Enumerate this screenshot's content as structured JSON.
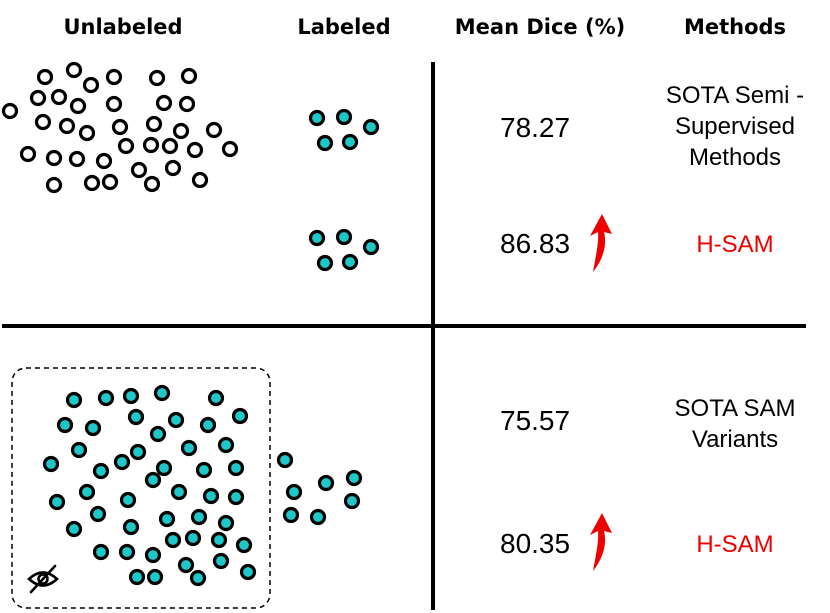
{
  "headers": {
    "unlabeled": "Unlabeled",
    "labeled": "Labeled",
    "mean_dice": "Mean Dice (%)",
    "methods": "Methods"
  },
  "rows": [
    {
      "value": "78.27",
      "method_line1": "SOTA Semi -",
      "method_line2": "Supervised",
      "method_line3": "Methods",
      "highlight": false,
      "arrow": false
    },
    {
      "value": "86.83",
      "method_line1": "H-SAM",
      "highlight": true,
      "arrow": true
    },
    {
      "value": "75.57",
      "method_line1": "SOTA SAM",
      "method_line2": "Variants",
      "highlight": false,
      "arrow": false
    },
    {
      "value": "80.35",
      "method_line1": "H-SAM",
      "highlight": true,
      "arrow": true
    }
  ],
  "colors": {
    "accent": "#ee0000",
    "dot_fill": "#1ec8c8",
    "stroke": "#000000"
  },
  "icons": {
    "improvement": "arrow-up-icon",
    "hidden": "eye-slash-icon"
  }
}
